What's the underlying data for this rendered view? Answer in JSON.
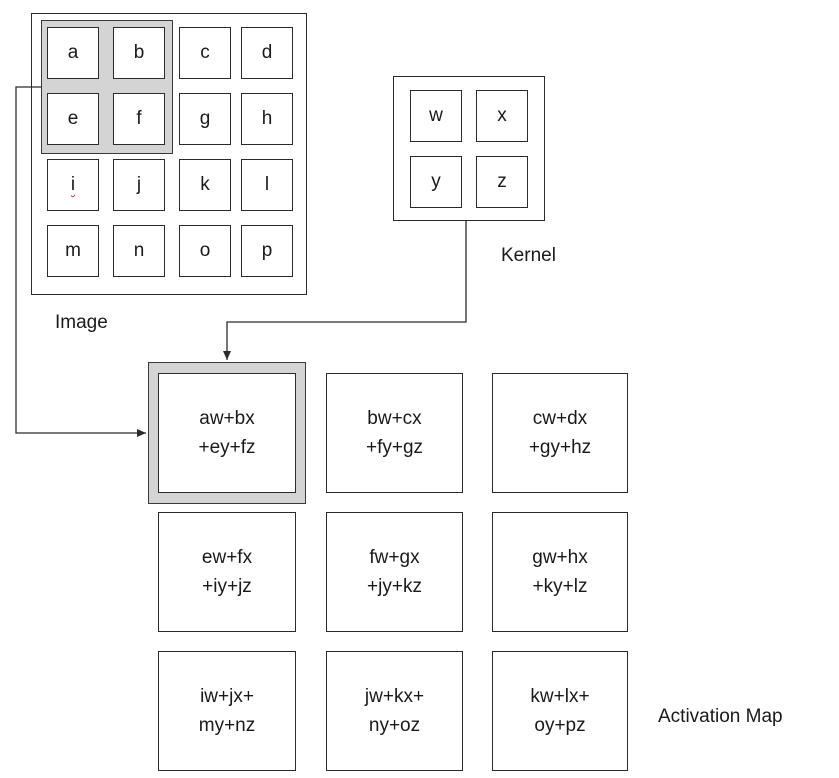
{
  "image": {
    "label": "Image",
    "cells": [
      [
        "a",
        "b",
        "c",
        "d"
      ],
      [
        "e",
        "f",
        "g",
        "h"
      ],
      [
        "i",
        "j",
        "k",
        "l"
      ],
      [
        "m",
        "n",
        "o",
        "p"
      ]
    ]
  },
  "kernel": {
    "label": "Kernel",
    "cells": [
      [
        "w",
        "x"
      ],
      [
        "y",
        "z"
      ]
    ]
  },
  "activation": {
    "label": "Activation Map",
    "cells": [
      [
        [
          "aw+bx",
          "+ey+fz"
        ],
        [
          "bw+cx",
          "+fy+gz"
        ],
        [
          "cw+dx",
          "+gy+hz"
        ]
      ],
      [
        [
          "ew+fx",
          "+iy+jz"
        ],
        [
          "fw+gx",
          "+jy+kz"
        ],
        [
          "gw+hx",
          "+ky+lz"
        ]
      ],
      [
        [
          "iw+jx+",
          "my+nz"
        ],
        [
          "jw+kx+",
          "ny+oz"
        ],
        [
          "kw+lx+",
          "oy+pz"
        ]
      ]
    ]
  }
}
